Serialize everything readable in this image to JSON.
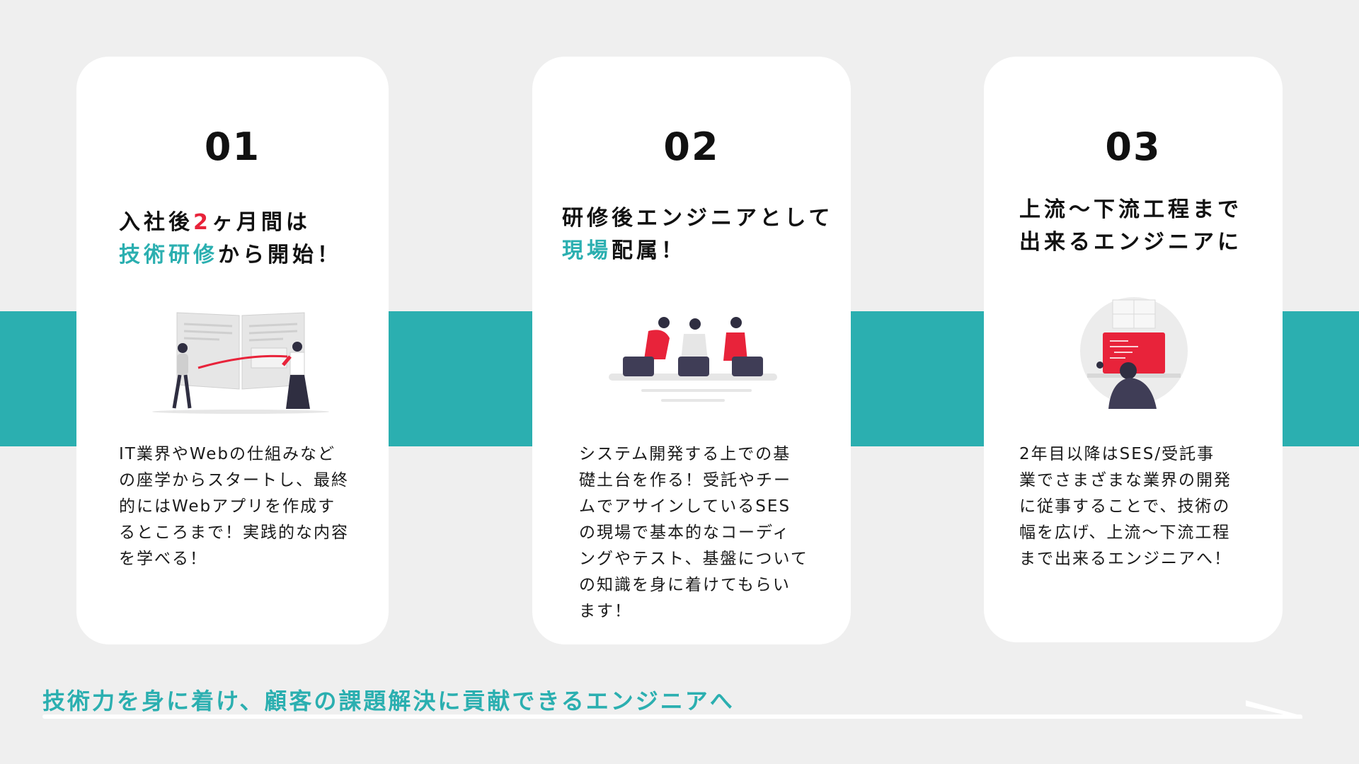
{
  "cards": [
    {
      "number": "01",
      "headline": {
        "line1": [
          {
            "text": "入社後",
            "style": "plain"
          },
          {
            "text": "2",
            "style": "red"
          },
          {
            "text": "ヶ月間は",
            "style": "plain"
          }
        ],
        "line2": [
          {
            "text": "技術研修",
            "style": "teal"
          },
          {
            "text": "から開始！",
            "style": "plain"
          }
        ]
      },
      "body": [
        "IT業界やWebの仕組みなど",
        "の座学からスタートし、最終",
        "的にはWebアプリを作成す",
        "るところまで！実践的な内容",
        "を学べる！"
      ]
    },
    {
      "number": "02",
      "headline": {
        "line1": [
          {
            "text": "研修後エンジニアとして",
            "style": "plain"
          }
        ],
        "line2": [
          {
            "text": "現場",
            "style": "teal"
          },
          {
            "text": "配属！",
            "style": "plain"
          }
        ]
      },
      "body": [
        "システム開発する上での基",
        "礎土台を作る！受託やチー",
        "ムでアサインしているSES",
        "の現場で基本的なコーディ",
        "ングやテスト、基盤について",
        "の知識を身に着けてもらい",
        "ます！"
      ]
    },
    {
      "number": "03",
      "headline": {
        "line1": [
          {
            "text": "上流～下流工程まで",
            "style": "plain"
          }
        ],
        "line2": [
          {
            "text": "出来るエンジニアに",
            "style": "plain"
          }
        ]
      },
      "body": [
        "2年目以降はSES/受託事",
        "業でさまざまな業界の開発",
        "に従事することで、技術の",
        "幅を広げ、上流～下流工程",
        "まで出来るエンジニアへ！"
      ]
    }
  ],
  "tagline": "技術力を身に着け、顧客の課題解決に貢献できるエンジニアへ",
  "colors": {
    "accent": "#2bafb0",
    "highlight_red": "#e8233a",
    "background": "#efefef",
    "card": "#ffffff"
  }
}
